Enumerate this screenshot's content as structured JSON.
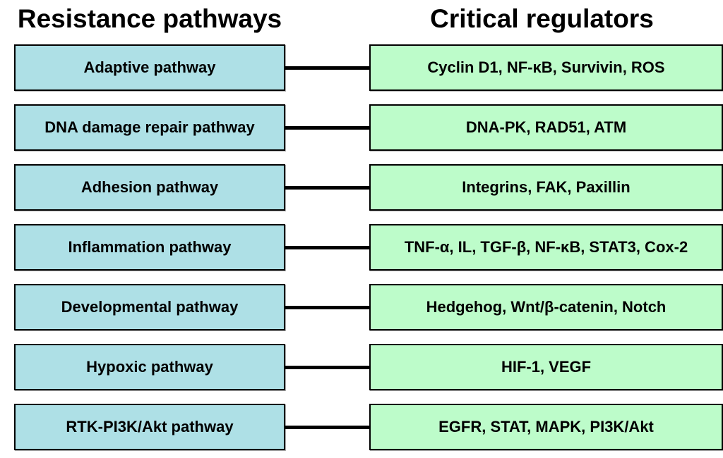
{
  "figure": {
    "background": "#ffffff"
  },
  "headers": {
    "left": "Resistance pathways",
    "right": "Critical regulators"
  },
  "colors": {
    "pathway_box": "#aee0e6",
    "regulator_box": "#bdfcca",
    "border": "#000000",
    "connector": "#000000",
    "text": "#000000"
  },
  "rows": [
    {
      "pathway": "Adaptive pathway",
      "regulators": "Cyclin D1, NF-κB, Survivin, ROS"
    },
    {
      "pathway": "DNA damage repair pathway",
      "regulators": "DNA-PK, RAD51, ATM"
    },
    {
      "pathway": "Adhesion pathway",
      "regulators": "Integrins, FAK, Paxillin"
    },
    {
      "pathway": "Inflammation pathway",
      "regulators": "TNF-α, IL, TGF-β, NF-κB, STAT3, Cox-2"
    },
    {
      "pathway": "Developmental pathway",
      "regulators": "Hedgehog, Wnt/β-catenin, Notch"
    },
    {
      "pathway": "Hypoxic pathway",
      "regulators": "HIF-1, VEGF"
    },
    {
      "pathway": "RTK-PI3K/Akt pathway",
      "regulators": "EGFR, STAT, MAPK, PI3K/Akt"
    }
  ]
}
